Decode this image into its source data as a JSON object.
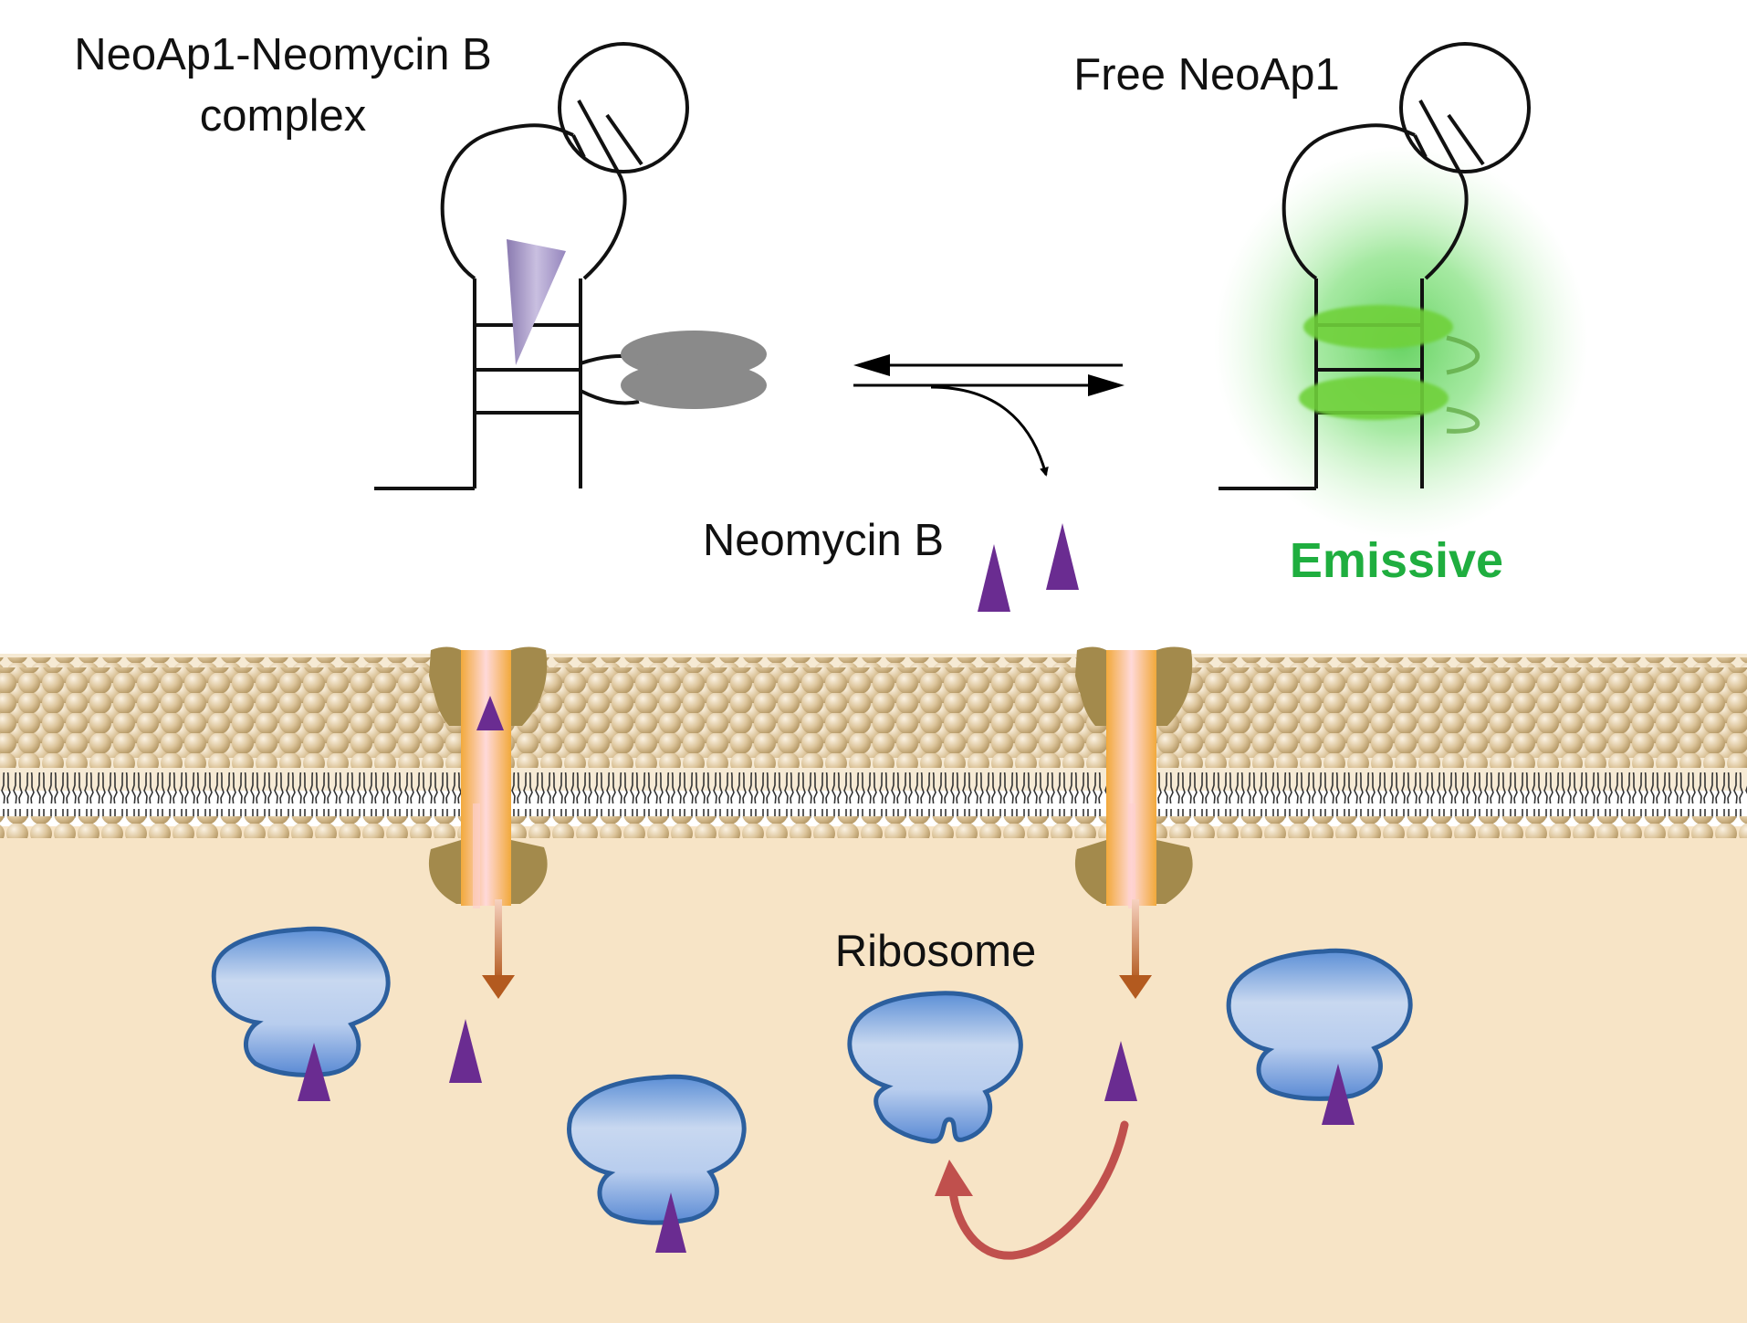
{
  "labels": {
    "complex_line1": "NeoAp1-Neomycin B",
    "complex_line2": "complex",
    "free_aptamer": "Free NeoAp1",
    "ligand": "Neomycin B",
    "emissive": "Emissive",
    "ribosome": "Ribosome"
  },
  "colors": {
    "background": "#ffffff",
    "cytoplasm": "#f7e4c6",
    "lipid_head": "#dcc49a",
    "lipid_tail": "#333333",
    "channel": "#a38a4c",
    "channel_core": "#f2a93b",
    "ligand": "#6a2c91",
    "ribosome_fill": "#8fb0e0",
    "ribosome_stroke": "#2c5f9e",
    "fluorophore": "#6fd13a",
    "glow": "#7fe07a",
    "emissive_text": "#1fae3f",
    "binding_arrow": "#c0504d",
    "transport_arrow": "#b35a1f",
    "bound_ligand_in_aptamer": "#a89bc7",
    "quenched_dye": "#8a8a8a"
  }
}
